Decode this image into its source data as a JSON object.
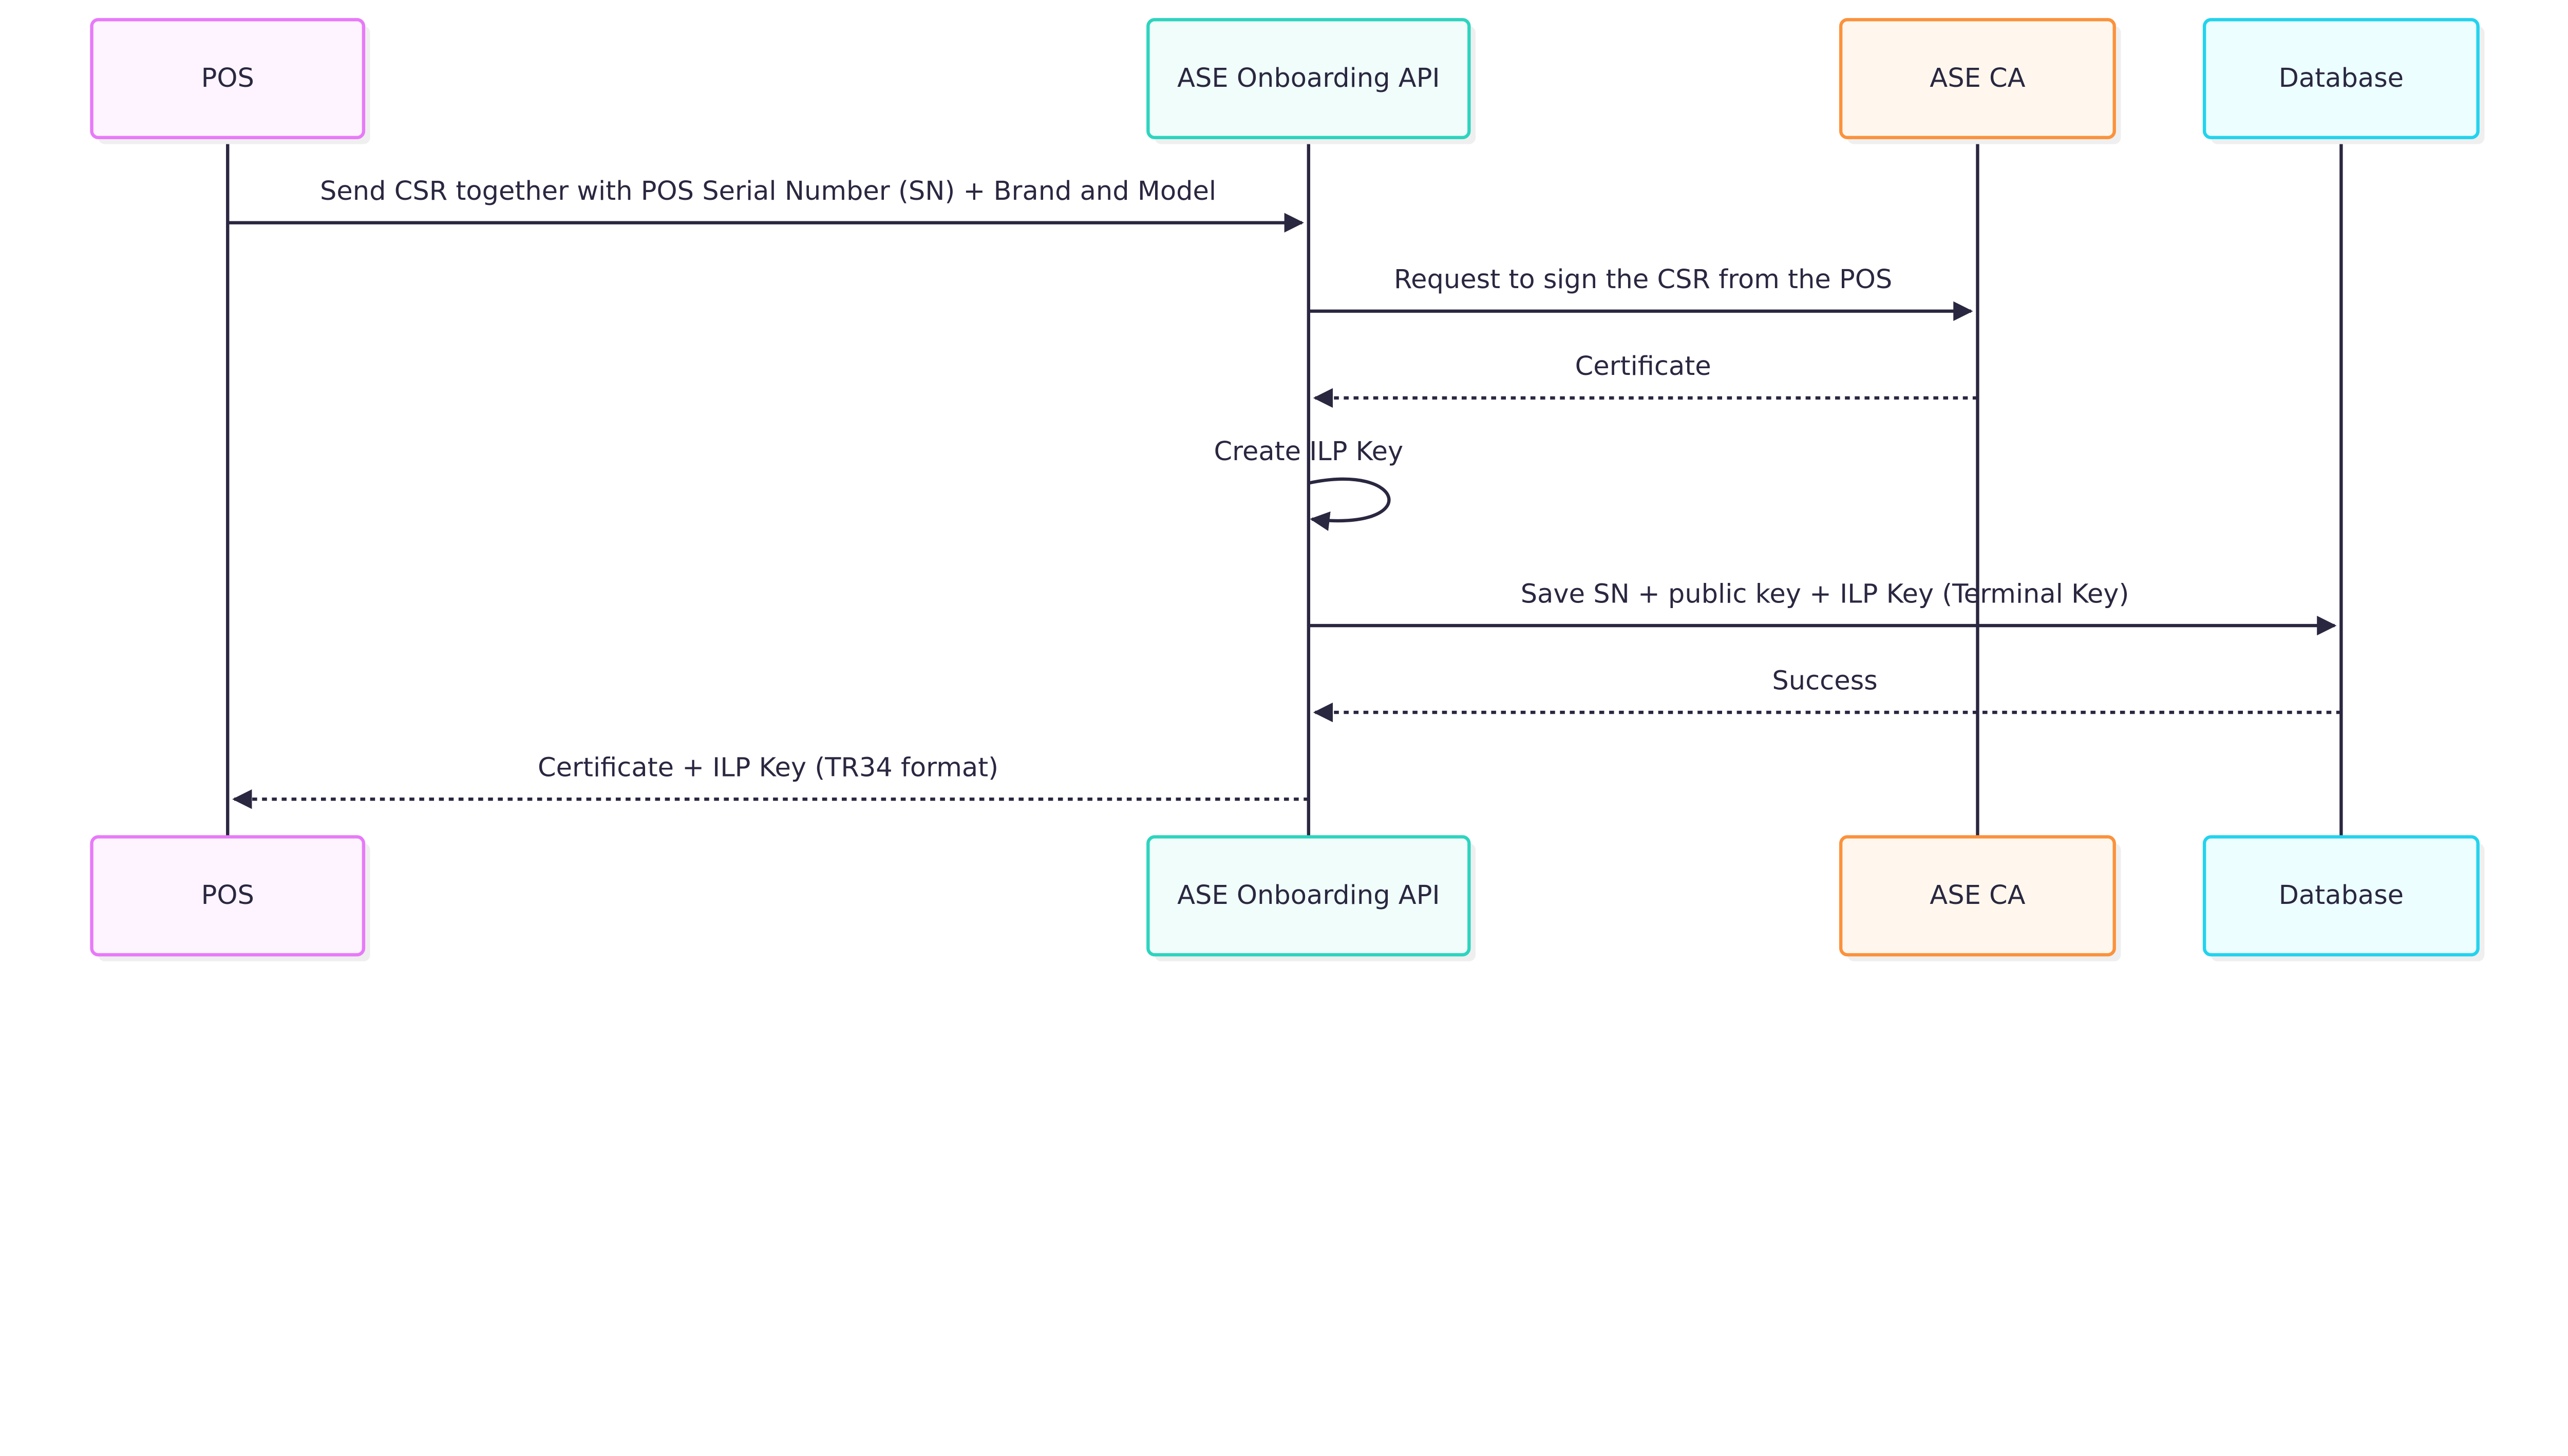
{
  "participants": [
    {
      "id": "pos",
      "label": "POS",
      "border": "#e879f9",
      "fill": "#fdf4ff"
    },
    {
      "id": "api",
      "label": "ASE Onboarding API",
      "border": "#2dd4bf",
      "fill": "#f0fdfa"
    },
    {
      "id": "ca",
      "label": "ASE CA",
      "border": "#fb923c",
      "fill": "#fff7ed"
    },
    {
      "id": "db",
      "label": "Database",
      "border": "#22d3ee",
      "fill": "#ecfeff"
    }
  ],
  "messages": [
    {
      "from": "pos",
      "to": "api",
      "label": "Send CSR together with POS Serial Number (SN) + Brand and Model",
      "style": "solid"
    },
    {
      "from": "api",
      "to": "ca",
      "label": "Request to sign the CSR from the POS",
      "style": "solid"
    },
    {
      "from": "ca",
      "to": "api",
      "label": "Certificate",
      "style": "dashed"
    },
    {
      "from": "api",
      "to": "api",
      "label": "Create ILP Key",
      "style": "solid"
    },
    {
      "from": "api",
      "to": "db",
      "label": "Save SN + public key + ILP Key (Terminal Key)",
      "style": "solid"
    },
    {
      "from": "db",
      "to": "api",
      "label": "Success",
      "style": "dashed"
    },
    {
      "from": "api",
      "to": "pos",
      "label": "Certificate + ILP Key (TR34 format)",
      "style": "dashed"
    }
  ],
  "colors": {
    "line": "#2a2740",
    "shadow": "#efefef"
  }
}
